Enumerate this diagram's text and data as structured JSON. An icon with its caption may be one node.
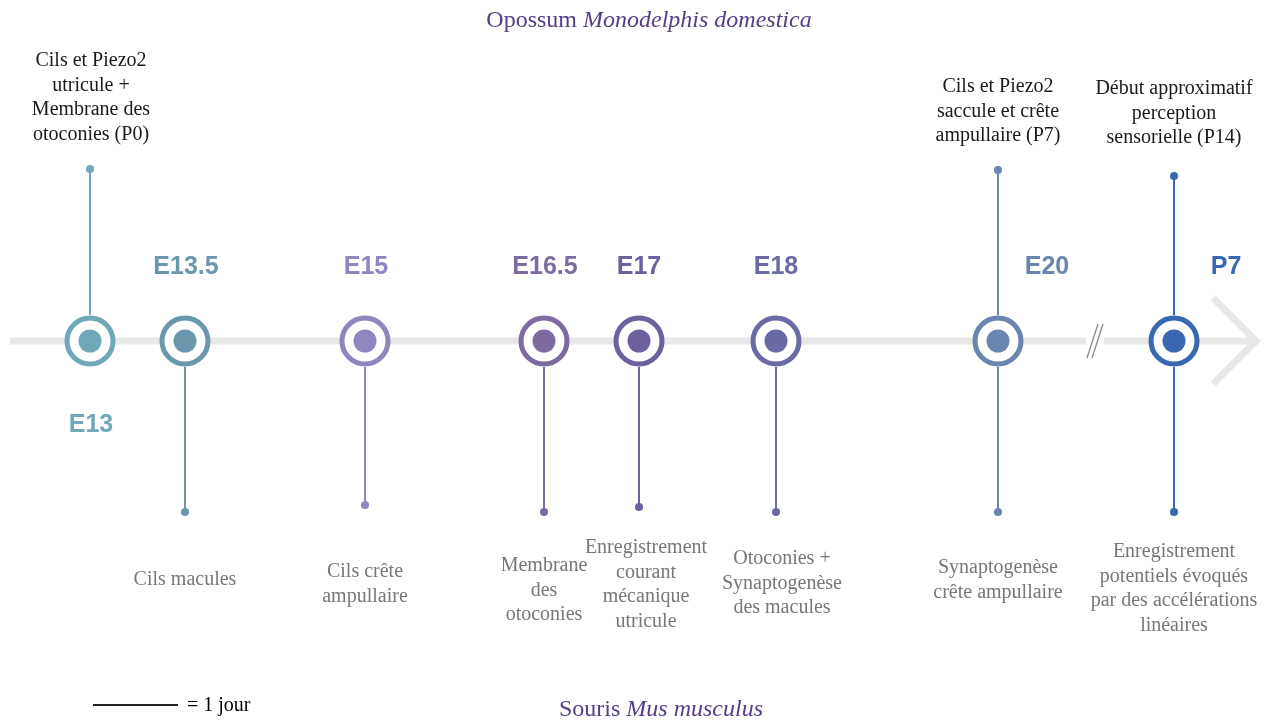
{
  "diagram": {
    "title": "Opossum *Monodelphis domestica*",
    "nodes": [
      {
        "text": [],
        "shape": "circle",
        "beside": [
          "E13"
        ]
      },
      {
        "text": [],
        "shape": "circle",
        "beside": [
          "E13.5"
        ]
      },
      {
        "text": [],
        "shape": "circle",
        "beside": [
          "E15"
        ]
      },
      {
        "text": [],
        "shape": "circle",
        "beside": [
          "E16.5"
        ]
      },
      {
        "text": [],
        "shape": "circle",
        "beside": [
          "E17"
        ]
      },
      {
        "text": [],
        "shape": "circle",
        "beside": [
          "E18"
        ]
      },
      {
        "text": [],
        "shape": "circle",
        "beside": [
          "E20"
        ]
      },
      {
        "text": [],
        "shape": "circle",
        "beside": [
          "P7"
        ]
      },
      {
        "text": [
          "Cils et Piezo2 utricule + Membrane des otoconies (P0)"
        ]
      },
      {
        "text": [
          "Cils et Piezo2 saccule et crête ampullaire (P7)"
        ]
      },
      {
        "text": [
          "Début approximatif perception sensorielle (P14)"
        ]
      },
      {
        "text": [
          "Cils macules"
        ]
      },
      {
        "text": [
          "Cils crête ampullaire"
        ]
      },
      {
        "text": [
          "Membrane des otoconies"
        ]
      },
      {
        "text": [
          "Enregistrement courant mécanique utricule"
        ]
      },
      {
        "text": [
          "Otoconies + Synaptogenèse des macules"
        ]
      },
      {
        "text": [
          "Synaptogenèse crête ampullaire"
        ]
      },
      {
        "text": [
          "Enregistrement potentiels évoqués par des accélérations linéaires"
        ]
      }
    ],
    "edges": [
      {
        "from": 0,
        "to": 8,
        "arrow": "other",
        "color": "#6fa8b8"
      },
      {
        "from": 6,
        "to": 9,
        "arrow": "other",
        "color": "#6a86b0"
      },
      {
        "from": 7,
        "to": 10,
        "arrow": "other",
        "color": "#3a68b0"
      },
      {
        "from": 1,
        "to": 11,
        "arrow": "other",
        "color": "#6b97ad"
      },
      {
        "from": 2,
        "to": 12,
        "arrow": "other",
        "color": "#8f86c0"
      },
      {
        "from": 3,
        "to": 13,
        "arrow": "other",
        "color": "#7d6aa0"
      },
      {
        "from": 4,
        "to": 14,
        "arrow": "other",
        "color": "#6e5f9e"
      },
      {
        "from": 5,
        "to": 15,
        "arrow": "other",
        "color": "#6a6aa6"
      },
      {
        "from": 6,
        "to": 16,
        "arrow": "other",
        "color": "#6a86b0"
      },
      {
        "from": 7,
        "to": 17,
        "arrow": "other",
        "color": "#3a68b0"
      }
    ],
    "labels": [
      "Souris *Mus musculus*"
    ],
    "legend": [
      {
        "text": "= 1 jour"
      }
    ]
  }
}
